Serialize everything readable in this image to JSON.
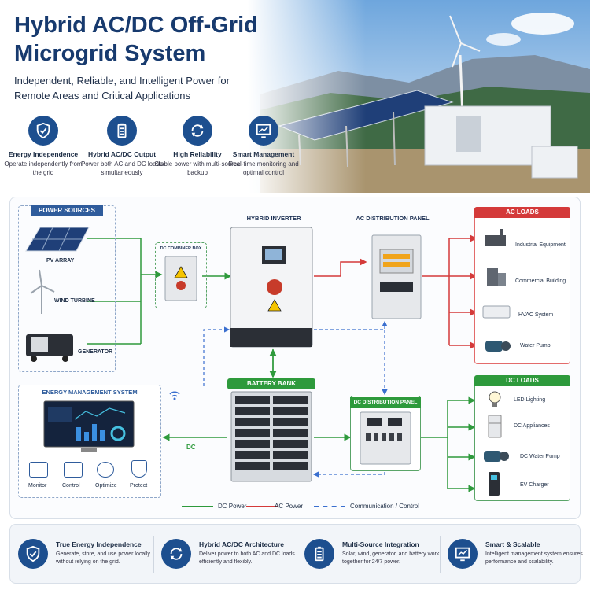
{
  "header": {
    "title": "Hybrid AC/DC Off-Grid Microgrid System",
    "subtitle": "Independent, Reliable, and Intelligent Power for Remote Areas and Critical Applications"
  },
  "features": [
    {
      "icon": "shield-check-icon",
      "title": "Energy Independence",
      "desc": "Operate independently from the grid"
    },
    {
      "icon": "battery-icon",
      "title": "Hybrid AC/DC Output",
      "desc": "Power both AC and DC loads simultaneously"
    },
    {
      "icon": "refresh-cycle-icon",
      "title": "High Reliability",
      "desc": "Stable power with multi-source backup"
    },
    {
      "icon": "monitor-chart-icon",
      "title": "Smart Management",
      "desc": "Real-time monitoring and optimal control"
    }
  ],
  "diagram": {
    "power_sources": {
      "title": "POWER SOURCES",
      "pv": "PV ARRAY",
      "wind": "WIND TURBINE",
      "generator": "GENERATOR"
    },
    "combiner": "DC COMBINER BOX",
    "inverter": "HYBRID INVERTER",
    "ac_panel": "AC DISTRIBUTION PANEL",
    "ac_loads": {
      "title": "AC LOADS",
      "items": [
        "Industrial Equipment",
        "Commercial Building",
        "HVAC System",
        "Water Pump"
      ]
    },
    "ems": {
      "title": "ENERGY MANAGEMENT SYSTEM",
      "items": [
        "Monitor",
        "Control",
        "Optimize",
        "Protect"
      ]
    },
    "dc_label": "DC",
    "battery": "BATTERY BANK",
    "dc_panel": "DC DISTRIBUTION PANEL",
    "dc_loads": {
      "title": "DC LOADS",
      "items": [
        "LED Lighting",
        "DC Appliances",
        "DC Water Pump",
        "EV Charger"
      ]
    },
    "legend": [
      {
        "label": "DC Power",
        "color": "#2e9a3c",
        "style": "solid"
      },
      {
        "label": "AC Power",
        "color": "#d43a3a",
        "style": "solid"
      },
      {
        "label": "Communication / Control",
        "color": "#3a6fcf",
        "style": "dashed"
      }
    ]
  },
  "benefits": [
    {
      "icon": "shield-check-icon",
      "title": "True Energy Independence",
      "desc": "Generate, store, and use power locally without relying on the grid."
    },
    {
      "icon": "refresh-cycle-icon",
      "title": "Hybrid AC/DC Architecture",
      "desc": "Deliver power to both AC and DC loads efficiently and flexibly."
    },
    {
      "icon": "battery-icon",
      "title": "Multi-Source Integration",
      "desc": "Solar, wind, generator, and battery work together for 24/7 power."
    },
    {
      "icon": "monitor-chart-icon",
      "title": "Smart & Scalable",
      "desc": "Intelligent management system ensures performance and scalability."
    }
  ],
  "colors": {
    "brand": "#1d4f8f",
    "dc": "#2e9a3c",
    "ac": "#d43a3a",
    "comm": "#3a6fcf"
  }
}
